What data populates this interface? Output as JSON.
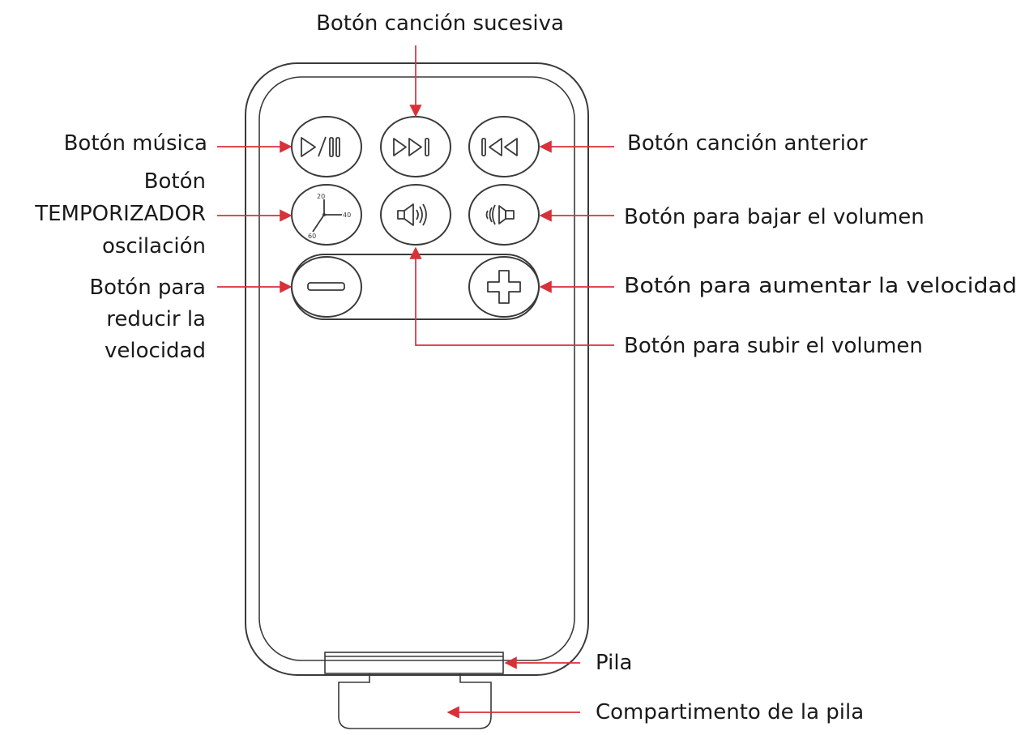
{
  "labels": {
    "next_song": "Botón canción sucesiva",
    "music": "Botón música",
    "previous_song": "Botón canción anterior",
    "timer": [
      "Botón",
      "TEMPORIZADOR",
      "oscilación"
    ],
    "volume_down": "Botón para bajar el volumen",
    "speed_down": [
      "Botón para",
      "reducir la",
      "velocidad"
    ],
    "speed_up": "Botón para aumentar la velocidad",
    "volume_up": "Botón para subir el volumen",
    "battery": "Pila",
    "battery_compartment": "Compartimento de la pila"
  },
  "clock_face": {
    "top": "20",
    "right": "40",
    "bottom": "60"
  },
  "colors": {
    "outline": "#3a3a3a",
    "callout": "#d9303a",
    "text": "#1a1a1a"
  },
  "icons": {
    "play_pause": "play-pause-icon",
    "next": "next-track-icon",
    "previous": "previous-track-icon",
    "timer": "clock-icon",
    "volume_up": "speaker-loud-icon",
    "volume_down": "speaker-quiet-icon",
    "minus": "minus-icon",
    "plus": "plus-icon"
  }
}
